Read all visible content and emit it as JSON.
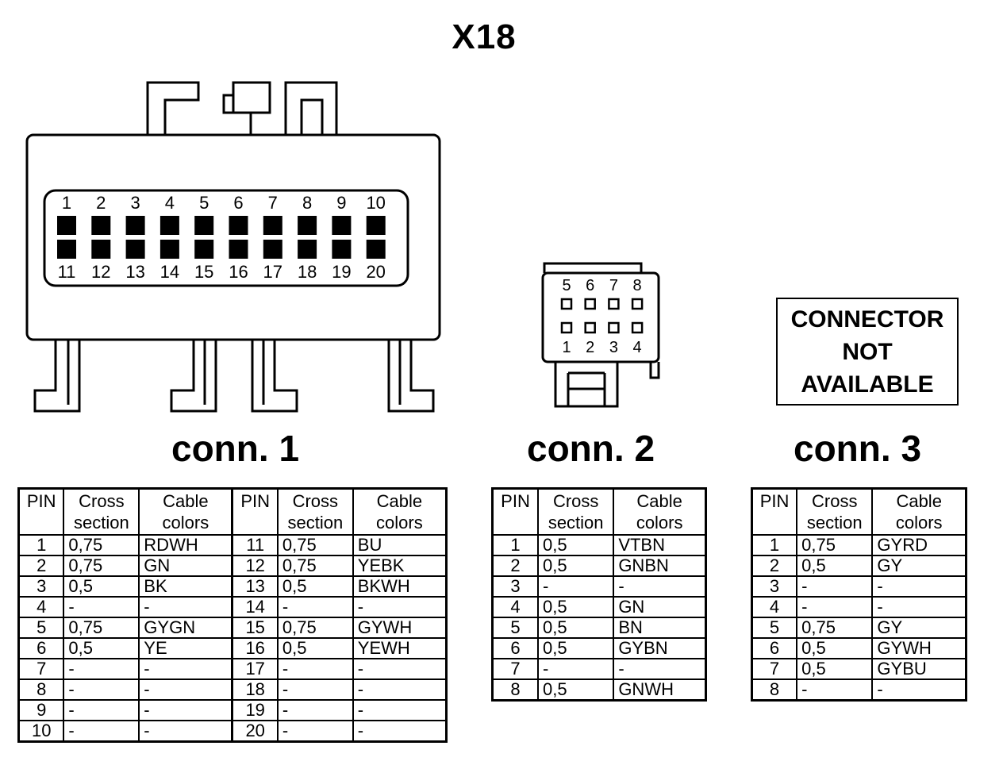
{
  "title": "X18",
  "connectors": {
    "conn1": {
      "label": "conn. 1",
      "top_pins": [
        "1",
        "2",
        "3",
        "4",
        "5",
        "6",
        "7",
        "8",
        "9",
        "10"
      ],
      "bottom_pins": [
        "11",
        "12",
        "13",
        "14",
        "15",
        "16",
        "17",
        "18",
        "19",
        "20"
      ]
    },
    "conn2": {
      "label": "conn. 2",
      "top_pins": [
        "5",
        "6",
        "7",
        "8"
      ],
      "bottom_pins": [
        "1",
        "2",
        "3",
        "4"
      ]
    },
    "conn3": {
      "label": "conn. 3",
      "not_available_lines": [
        "CONNECTOR",
        "NOT",
        "AVAILABLE"
      ]
    }
  },
  "tables": {
    "headers": {
      "pin": "PIN",
      "cross_line1": "Cross",
      "cross_line2": "section",
      "color_line1": "Cable",
      "color_line2": "colors"
    },
    "conn1_left": [
      [
        "1",
        "0,75",
        "RDWH"
      ],
      [
        "2",
        "0,75",
        "GN"
      ],
      [
        "3",
        "0,5",
        "BK"
      ],
      [
        "4",
        "-",
        "-"
      ],
      [
        "5",
        "0,75",
        "GYGN"
      ],
      [
        "6",
        "0,5",
        "YE"
      ],
      [
        "7",
        "-",
        "-"
      ],
      [
        "8",
        "-",
        "-"
      ],
      [
        "9",
        "-",
        "-"
      ],
      [
        "10",
        "-",
        "-"
      ]
    ],
    "conn1_right": [
      [
        "11",
        "0,75",
        "BU"
      ],
      [
        "12",
        "0,75",
        "YEBK"
      ],
      [
        "13",
        "0,5",
        "BKWH"
      ],
      [
        "14",
        "-",
        "-"
      ],
      [
        "15",
        "0,75",
        "GYWH"
      ],
      [
        "16",
        "0,5",
        "YEWH"
      ],
      [
        "17",
        "-",
        "-"
      ],
      [
        "18",
        "-",
        "-"
      ],
      [
        "19",
        "-",
        "-"
      ],
      [
        "20",
        "-",
        "-"
      ]
    ],
    "conn2": [
      [
        "1",
        "0,5",
        "VTBN"
      ],
      [
        "2",
        "0,5",
        "GNBN"
      ],
      [
        "3",
        "-",
        "-"
      ],
      [
        "4",
        "0,5",
        "GN"
      ],
      [
        "5",
        "0,5",
        "BN"
      ],
      [
        "6",
        "0,5",
        "GYBN"
      ],
      [
        "7",
        "-",
        "-"
      ],
      [
        "8",
        "0,5",
        "GNWH"
      ]
    ],
    "conn3": [
      [
        "1",
        "0,75",
        "GYRD"
      ],
      [
        "2",
        "0,5",
        "GY"
      ],
      [
        "3",
        "-",
        "-"
      ],
      [
        "4",
        "-",
        "-"
      ],
      [
        "5",
        "0,75",
        "GY"
      ],
      [
        "6",
        "0,5",
        "GYWH"
      ],
      [
        "7",
        "0,5",
        "GYBU"
      ],
      [
        "8",
        "-",
        "-"
      ]
    ]
  }
}
